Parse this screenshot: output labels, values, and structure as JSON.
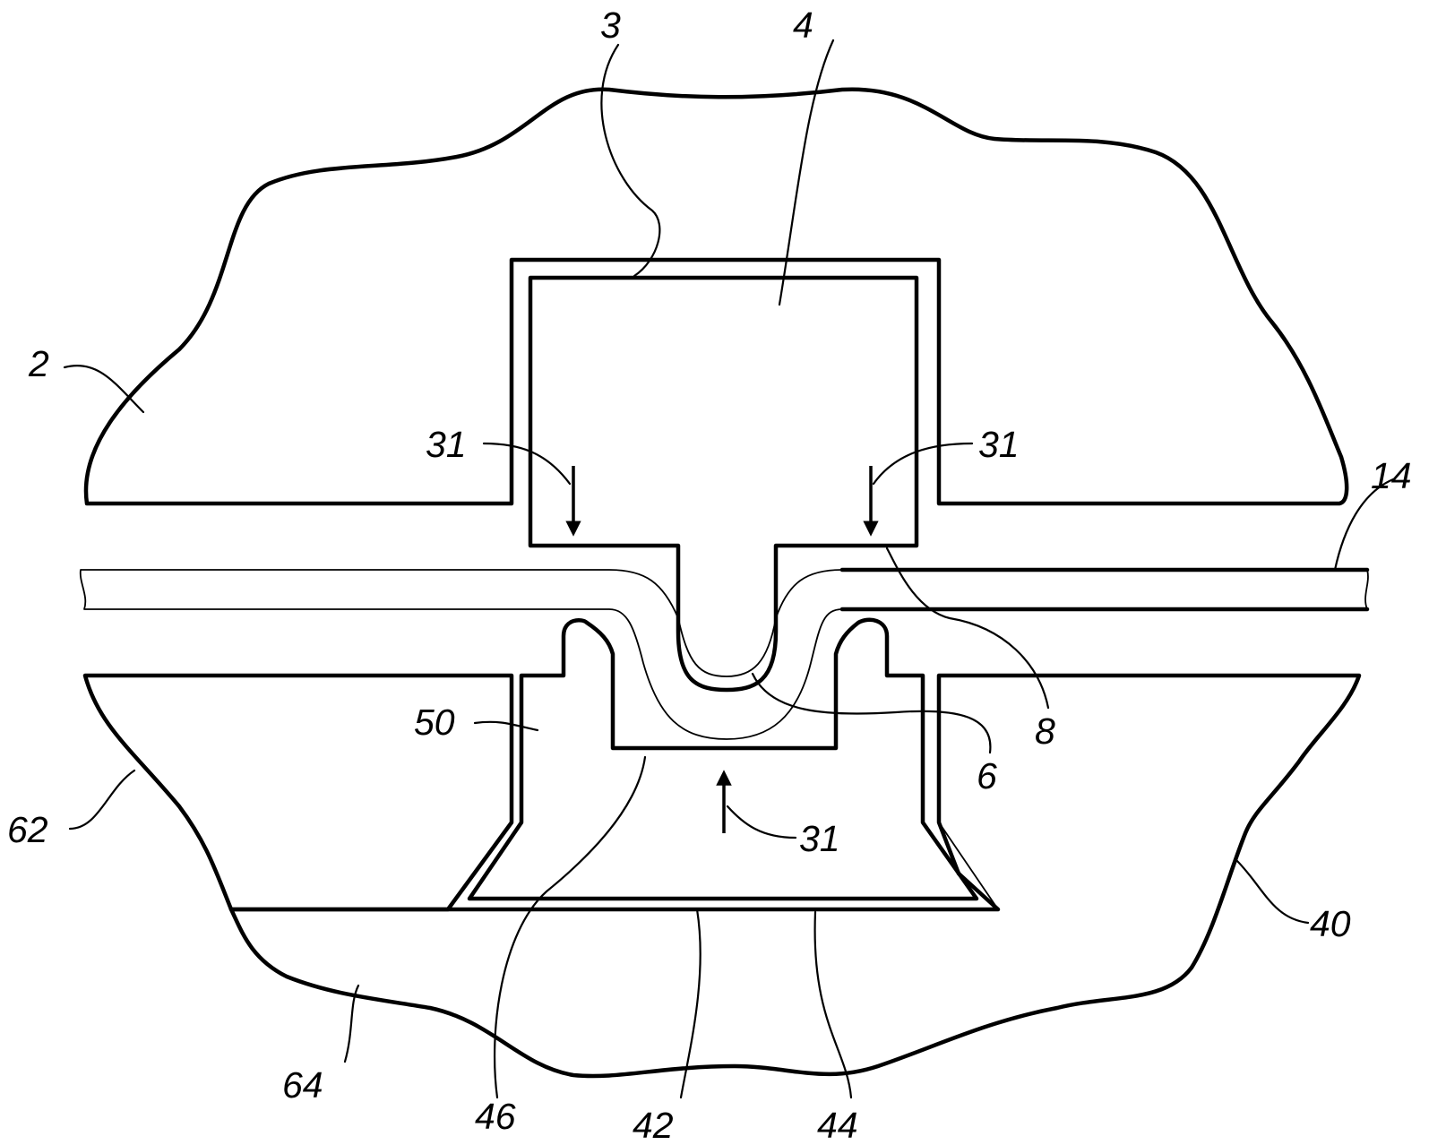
{
  "figure": {
    "description_free": true,
    "line_color": "#000000",
    "background_color": "#ffffff",
    "labels": {
      "ref_2": "2",
      "ref_3": "3",
      "ref_4": "4",
      "ref_6": "6",
      "ref_8": "8",
      "ref_14": "14",
      "ref_31_left": "31",
      "ref_31_right": "31",
      "ref_31_bottom": "31",
      "ref_40": "40",
      "ref_42": "42",
      "ref_44": "44",
      "ref_46": "46",
      "ref_50": "50",
      "ref_62": "62",
      "ref_64": "64"
    }
  }
}
